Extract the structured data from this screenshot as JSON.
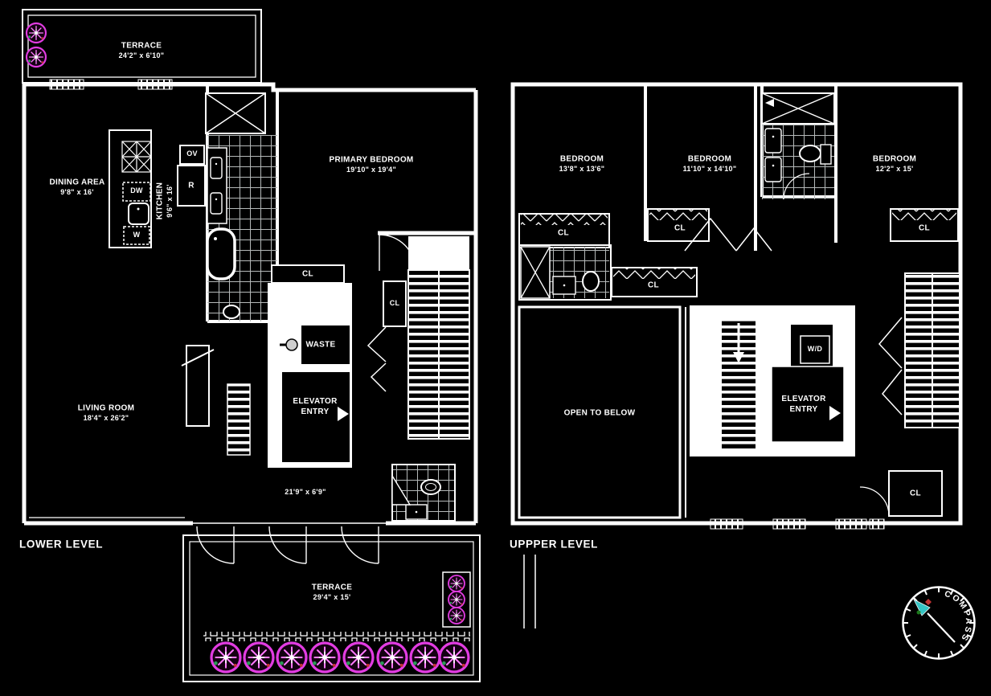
{
  "colors": {
    "wall": "#ffffff",
    "flower_pink": "#e23ce2",
    "compass_teal": "#35c4c4",
    "tile_line": "#b5b9b9"
  },
  "lower": {
    "level_label": "LOWER LEVEL",
    "terrace_top": {
      "name": "TERRACE",
      "dims": "24'2\" x 6'10\""
    },
    "terrace_bottom": {
      "name": "TERRACE",
      "dims": "29'4\" x 15'"
    },
    "dining": {
      "name": "DINING AREA",
      "dims": "9'8\" x 16'"
    },
    "kitchen": {
      "name": "KITCHEN",
      "dims": "9'6\" x 16'"
    },
    "appliances": {
      "oven": "OV",
      "range": "R",
      "dishwasher": "DW",
      "washer": "W"
    },
    "primary_bedroom": {
      "name": "PRIMARY BEDROOM",
      "dims": "19'10\" x 19'4\""
    },
    "living_room": {
      "name": "LIVING ROOM",
      "dims": "18'4\" x 26'2\""
    },
    "hall_dims": "21'9\" x 6'9\"",
    "waste": "WASTE",
    "elevator": "ELEVATOR\nENTRY",
    "closet": "CL"
  },
  "upper": {
    "level_label": "UPPPER LEVEL",
    "bedroom_1": {
      "name": "BEDROOM",
      "dims": "13'8\" x 13'6\""
    },
    "bedroom_2": {
      "name": "BEDROOM",
      "dims": "11'10\" x 14'10\""
    },
    "bedroom_3": {
      "name": "BEDROOM",
      "dims": "12'2\" x 15'"
    },
    "open_to_below": "OPEN TO BELOW",
    "washer_dryer": "W/D",
    "elevator": "ELEVATOR\nENTRY",
    "closet": "CL"
  },
  "compass": {
    "label": "COMPASS"
  }
}
